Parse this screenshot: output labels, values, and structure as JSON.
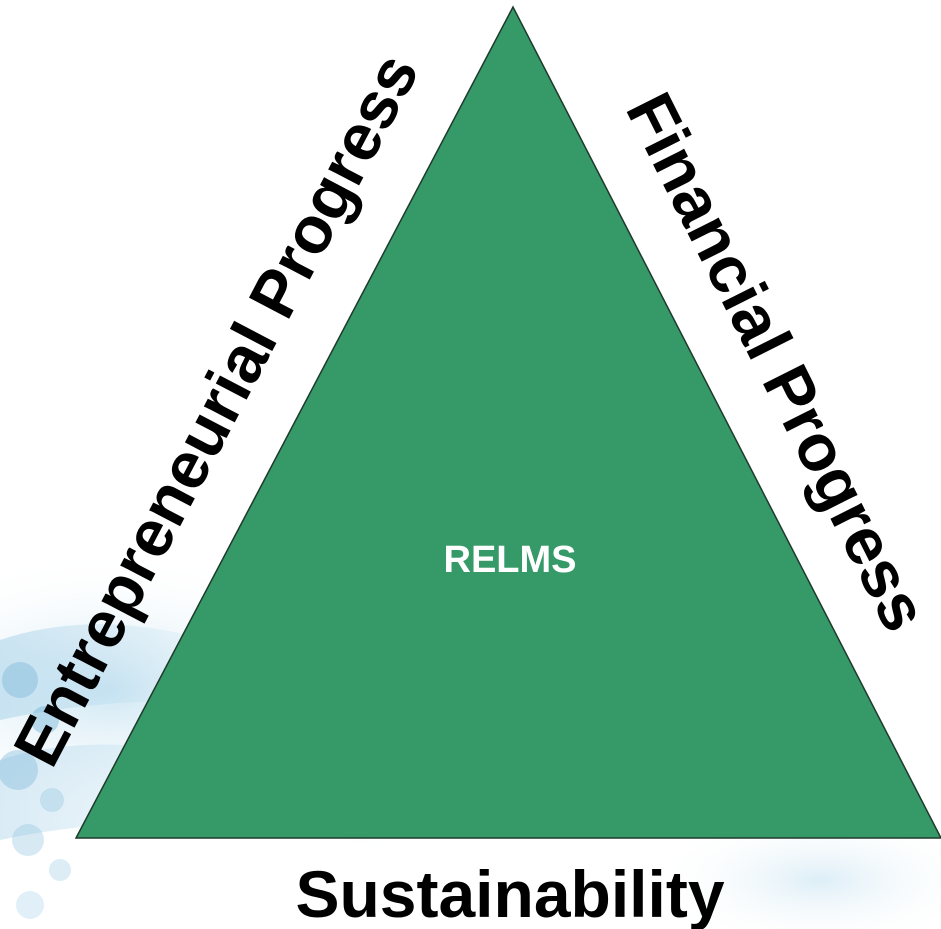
{
  "diagram": {
    "center_label": "RELMS",
    "left_side_label": "Entrepreneurial Progress",
    "right_side_label": "Financial Progress",
    "bottom_label": "Sustainability",
    "colors": {
      "triangle_fill": "#359968",
      "triangle_stroke": "#1f3a2c",
      "center_text": "#ffffff",
      "side_text": "#000000",
      "background_swirl": "#a9d3ea"
    }
  }
}
